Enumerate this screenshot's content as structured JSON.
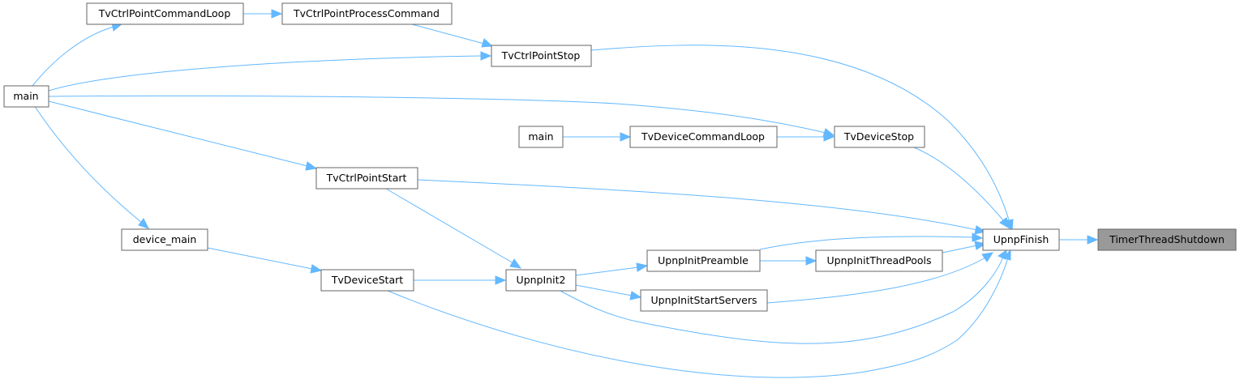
{
  "graph": {
    "nodes": {
      "timer_thread_shutdown": "TimerThreadShutdown",
      "upnp_finish": "UpnpFinish",
      "tv_ctrl_point_stop": "TvCtrlPointStop",
      "tv_device_stop": "TvDeviceStop",
      "tv_ctrl_point_start": "TvCtrlPointStart",
      "upnp_init_preamble": "UpnpInitPreamble",
      "upnp_init_thread_pools": "UpnpInitThreadPools",
      "upnp_init_start_servers": "UpnpInitStartServers",
      "upnp_init2": "UpnpInit2",
      "tv_device_start": "TvDeviceStart",
      "tv_ctrl_point_command_loop": "TvCtrlPointCommandLoop",
      "tv_ctrl_point_process_command": "TvCtrlPointProcessCommand",
      "main_left": "main",
      "main_mid": "main",
      "tv_device_command_loop": "TvDeviceCommandLoop",
      "device_main": "device_main"
    },
    "edges": [
      [
        "upnp_finish",
        "timer_thread_shutdown"
      ],
      [
        "tv_ctrl_point_stop",
        "upnp_finish"
      ],
      [
        "tv_device_stop",
        "upnp_finish"
      ],
      [
        "tv_ctrl_point_start",
        "upnp_finish"
      ],
      [
        "upnp_init_preamble",
        "upnp_finish"
      ],
      [
        "upnp_init_thread_pools",
        "upnp_finish"
      ],
      [
        "upnp_init_start_servers",
        "upnp_finish"
      ],
      [
        "upnp_init2",
        "upnp_finish"
      ],
      [
        "tv_device_start",
        "upnp_finish"
      ],
      [
        "tv_ctrl_point_process_command",
        "tv_ctrl_point_stop"
      ],
      [
        "main_left",
        "tv_ctrl_point_stop"
      ],
      [
        "tv_ctrl_point_command_loop",
        "tv_ctrl_point_process_command"
      ],
      [
        "main_left",
        "tv_ctrl_point_command_loop"
      ],
      [
        "main_left",
        "tv_device_stop"
      ],
      [
        "tv_device_command_loop",
        "tv_device_stop"
      ],
      [
        "main_mid",
        "tv_device_command_loop"
      ],
      [
        "main_left",
        "tv_ctrl_point_start"
      ],
      [
        "main_left",
        "device_main"
      ],
      [
        "device_main",
        "tv_device_start"
      ],
      [
        "tv_ctrl_point_start",
        "upnp_init2"
      ],
      [
        "tv_device_start",
        "upnp_init2"
      ],
      [
        "upnp_init2",
        "upnp_init_preamble"
      ],
      [
        "upnp_init_preamble",
        "upnp_init_thread_pools"
      ],
      [
        "upnp_init2",
        "upnp_init_start_servers"
      ]
    ],
    "colors": {
      "edge": "#63b8ff",
      "node_border": "#666666",
      "highlight_fill": "#999999"
    }
  }
}
